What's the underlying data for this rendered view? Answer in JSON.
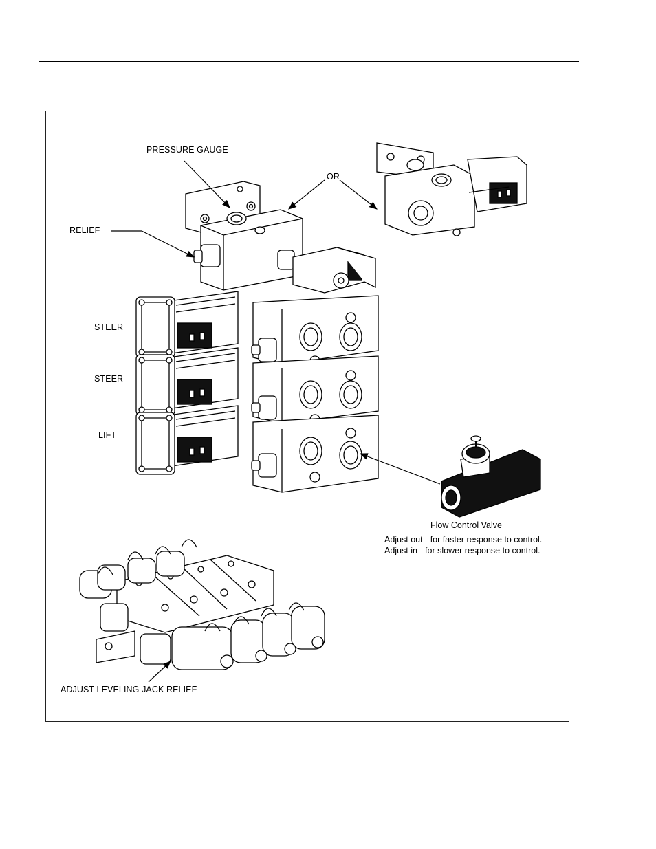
{
  "labels": {
    "pressure_gauge": "PRESSURE GAUGE",
    "or": "OR",
    "relief": "RELIEF",
    "steer_1": "STEER",
    "steer_2": "STEER",
    "lift": "LIFT",
    "adjust_leveling": "ADJUST LEVELING JACK RELIEF"
  },
  "flow_control": {
    "title": "Flow Control Valve",
    "line1": "Adjust out - for faster response to control.",
    "line2": "Adjust in - for slower response to control."
  }
}
